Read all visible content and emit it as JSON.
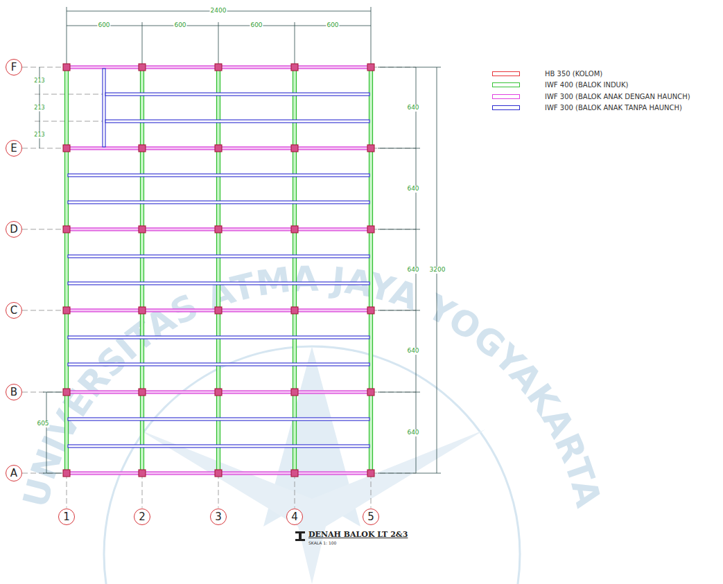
{
  "diagram": {
    "title": "DENAH BALOK LT 2&3",
    "caption": "SKALA 1: 100",
    "nodes": [
      {
        "text": [
          "F"
        ]
      },
      {
        "text": [
          "E"
        ]
      },
      {
        "text": [
          "D"
        ]
      },
      {
        "text": [
          "C"
        ]
      },
      {
        "text": [
          "B"
        ]
      },
      {
        "text": [
          "A"
        ]
      },
      {
        "text": [
          "1"
        ]
      },
      {
        "text": [
          "2"
        ]
      },
      {
        "text": [
          "3"
        ]
      },
      {
        "text": [
          "4"
        ]
      },
      {
        "text": [
          "5"
        ]
      }
    ],
    "labels": [
      "2400",
      "600",
      "600",
      "600",
      "600",
      "213",
      "213",
      "213",
      "640",
      "640",
      "640",
      "640",
      "640",
      "3200",
      "605",
      "UNIVERSITAS ATMA JAYA YOGYAKARTA"
    ],
    "legend": [
      {
        "text": "HB 350 (KOLOM)",
        "color": "#e8353a"
      },
      {
        "text": "IWF 400 (BALOK INDUK)",
        "color": "#35c335"
      },
      {
        "text": "IWF 300 (BALOK ANAK DENGAN HAUNCH)",
        "color": "#e040e0"
      },
      {
        "text": "IWF 300 (BALOK ANAK TANPA HAUNCH)",
        "color": "#2a2ad0"
      }
    ]
  }
}
